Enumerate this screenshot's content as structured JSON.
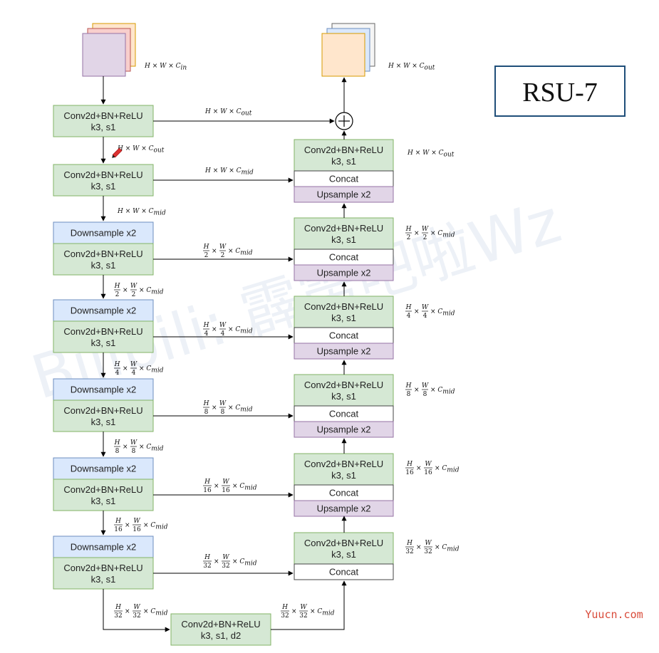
{
  "title": "RSU-7",
  "watermark": "Bilibili: 霹雳吧啦Wz",
  "site": "Yuucn.com",
  "colors": {
    "conv_fill": "#d5e8d4",
    "conv_stroke": "#82b366",
    "down_fill": "#dae8fc",
    "down_stroke": "#6c8ebf",
    "up_fill": "#e1d5e7",
    "up_stroke": "#9673a6",
    "concat_fill": "#ffffff",
    "concat_stroke": "#444444",
    "input_front": "#e1d5e7",
    "input_mid": "#f8cecc",
    "input_back": "#ffe6cc",
    "output_front": "#ffe6cc",
    "output_mid": "#dae8fc",
    "output_back": "#f5f5f5"
  },
  "labels": {
    "conv_line1": "Conv2d+BN+ReLU",
    "conv_line2": "k3, s1",
    "bottom_line2": "k3, s1, d2",
    "down": "Downsample x2",
    "up": "Upsample x2",
    "concat": "Concat"
  },
  "symbols": {
    "H": "H",
    "W": "W",
    "C": "C",
    "times": "×",
    "in": "in",
    "out": "out",
    "mid": "mid",
    "plus": "+"
  },
  "scales": [
    "2",
    "4",
    "8",
    "16",
    "32"
  ],
  "icons": [
    "stacked-feature-map-icon",
    "add-circle-icon",
    "arrow-icon",
    "pencil-cursor-icon"
  ]
}
